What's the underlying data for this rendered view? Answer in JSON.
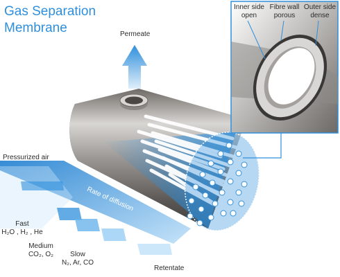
{
  "title": {
    "line1": "Gas Separation",
    "line2": "Membrane"
  },
  "labels": {
    "permeate": "Permeate",
    "pressurized_air": "Pressurized air",
    "rate_of_diffusion": "Rate of diffusion",
    "retentate": "Retentate",
    "fast": {
      "title": "Fast",
      "gases": "H₂O , H₂ , He"
    },
    "medium": {
      "title": "Medium",
      "gases": "CO₂, O₂"
    },
    "slow": {
      "title": "Slow",
      "gases": "N₂, Ar, CO"
    }
  },
  "inset": {
    "inner": {
      "line1": "Inner side",
      "line2": "open"
    },
    "wall": {
      "line1": "Fibre wall",
      "line2": "porous"
    },
    "outer": {
      "line1": "Outer side",
      "line2": "dense"
    }
  },
  "colors": {
    "accent": "#2f8fdc",
    "steel": "#a9a9a9",
    "text": "#2b2b2b"
  }
}
